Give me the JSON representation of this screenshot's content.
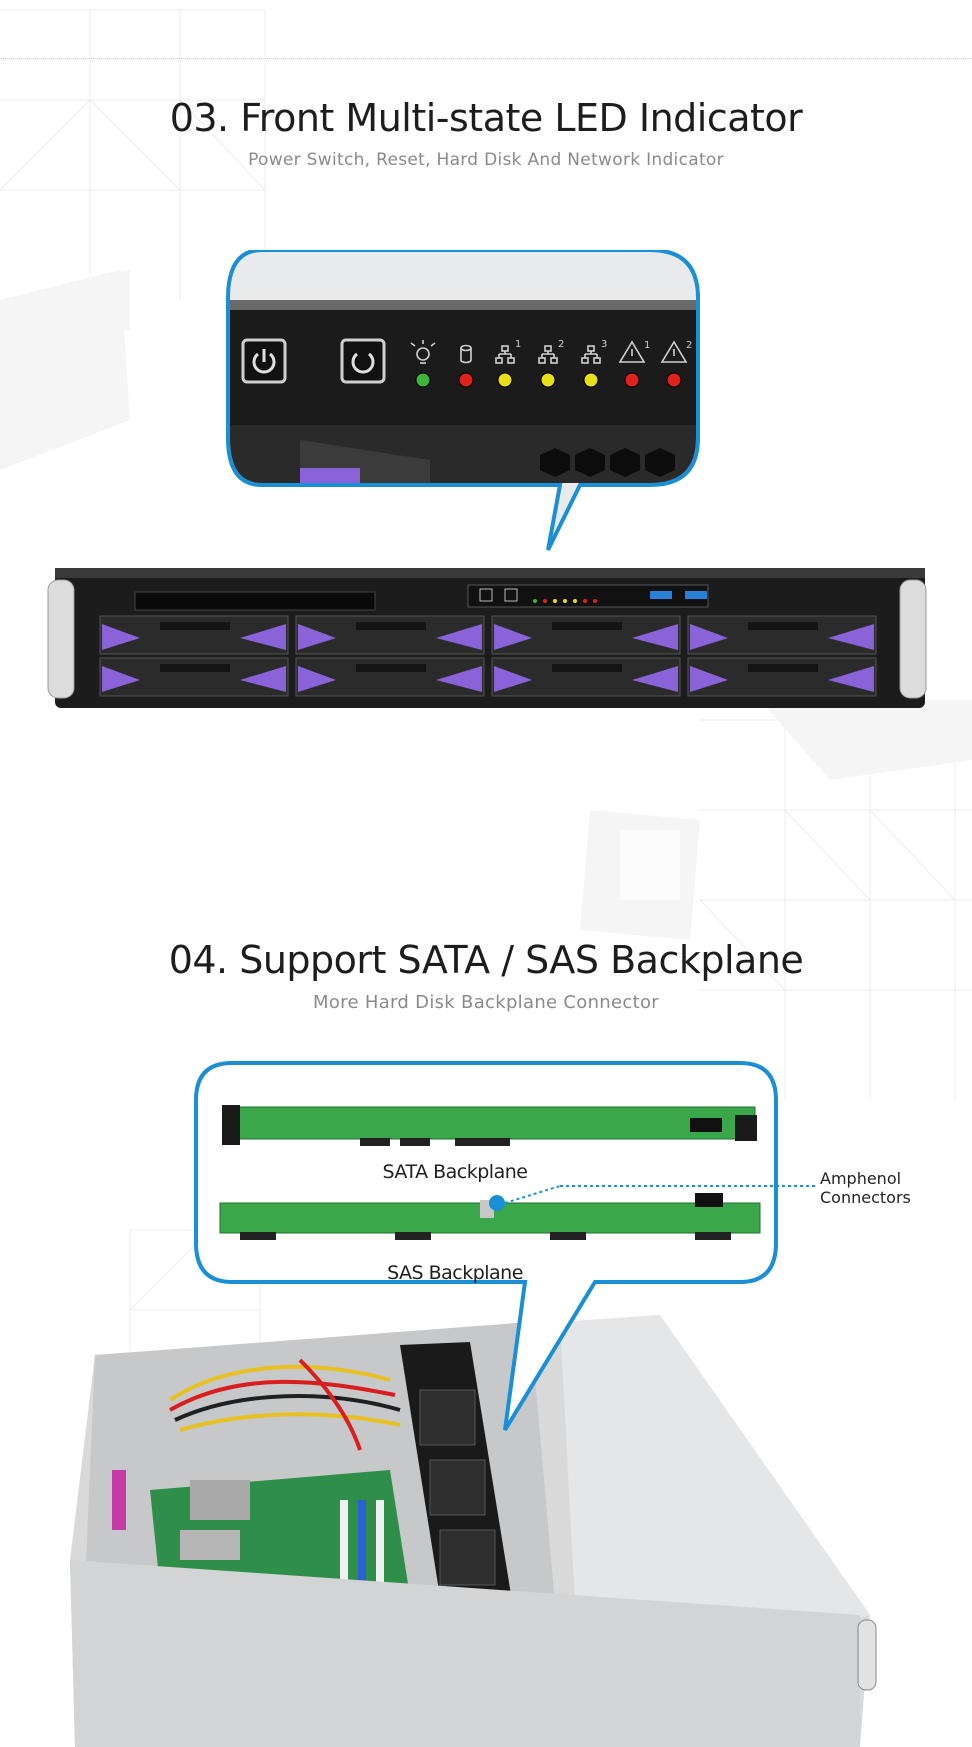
{
  "section3": {
    "title": "03. Front Multi-state LED Indicator",
    "subtitle": "Power Switch, Reset, Hard Disk And Network Indicator",
    "led_labels": [
      "1",
      "2",
      "3",
      "1",
      "2"
    ],
    "led_colors": [
      "#3fb43c",
      "#e0221c",
      "#e8de1a",
      "#e8de1a",
      "#e8de1a",
      "#e0221c",
      "#e0221c"
    ],
    "drive_tray_color": "#8a63d8",
    "callout_color": "#1a8fd6"
  },
  "section4": {
    "title": "04. Support SATA / SAS Backplane",
    "subtitle": "More Hard Disk Backplane Connector",
    "sata_label": "SATA Backplane",
    "sas_label": "SAS Backplane",
    "connector_label_line1": "Amphenol",
    "connector_label_line2": "Connectors",
    "pcb_color": "#3aa84a",
    "callout_color": "#1a8fd6"
  }
}
